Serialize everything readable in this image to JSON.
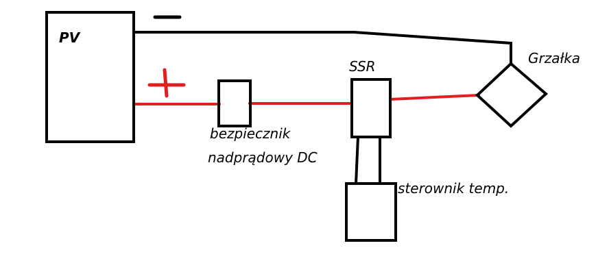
{
  "colors": {
    "wire_negative": "#000000",
    "wire_positive": "#e02020",
    "outline": "#000000",
    "background": "#ffffff"
  },
  "labels": {
    "pv": "PV",
    "ssr": "SSR",
    "heater": "Grzałka",
    "fuse_line1": "bezpiecznik",
    "fuse_line2": "nadprądowy DC",
    "controller": "sterownik temp."
  }
}
